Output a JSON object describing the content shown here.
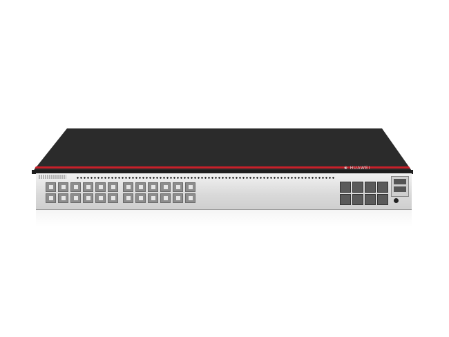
{
  "brand": {
    "logo_text": "HUAWEI",
    "chassis_color": "#2a2a2a",
    "accent_stripe": "#c8202a",
    "panel_color": "#e0e0e0"
  },
  "ports": {
    "rj45_count": 24,
    "sfp_count": 8
  }
}
